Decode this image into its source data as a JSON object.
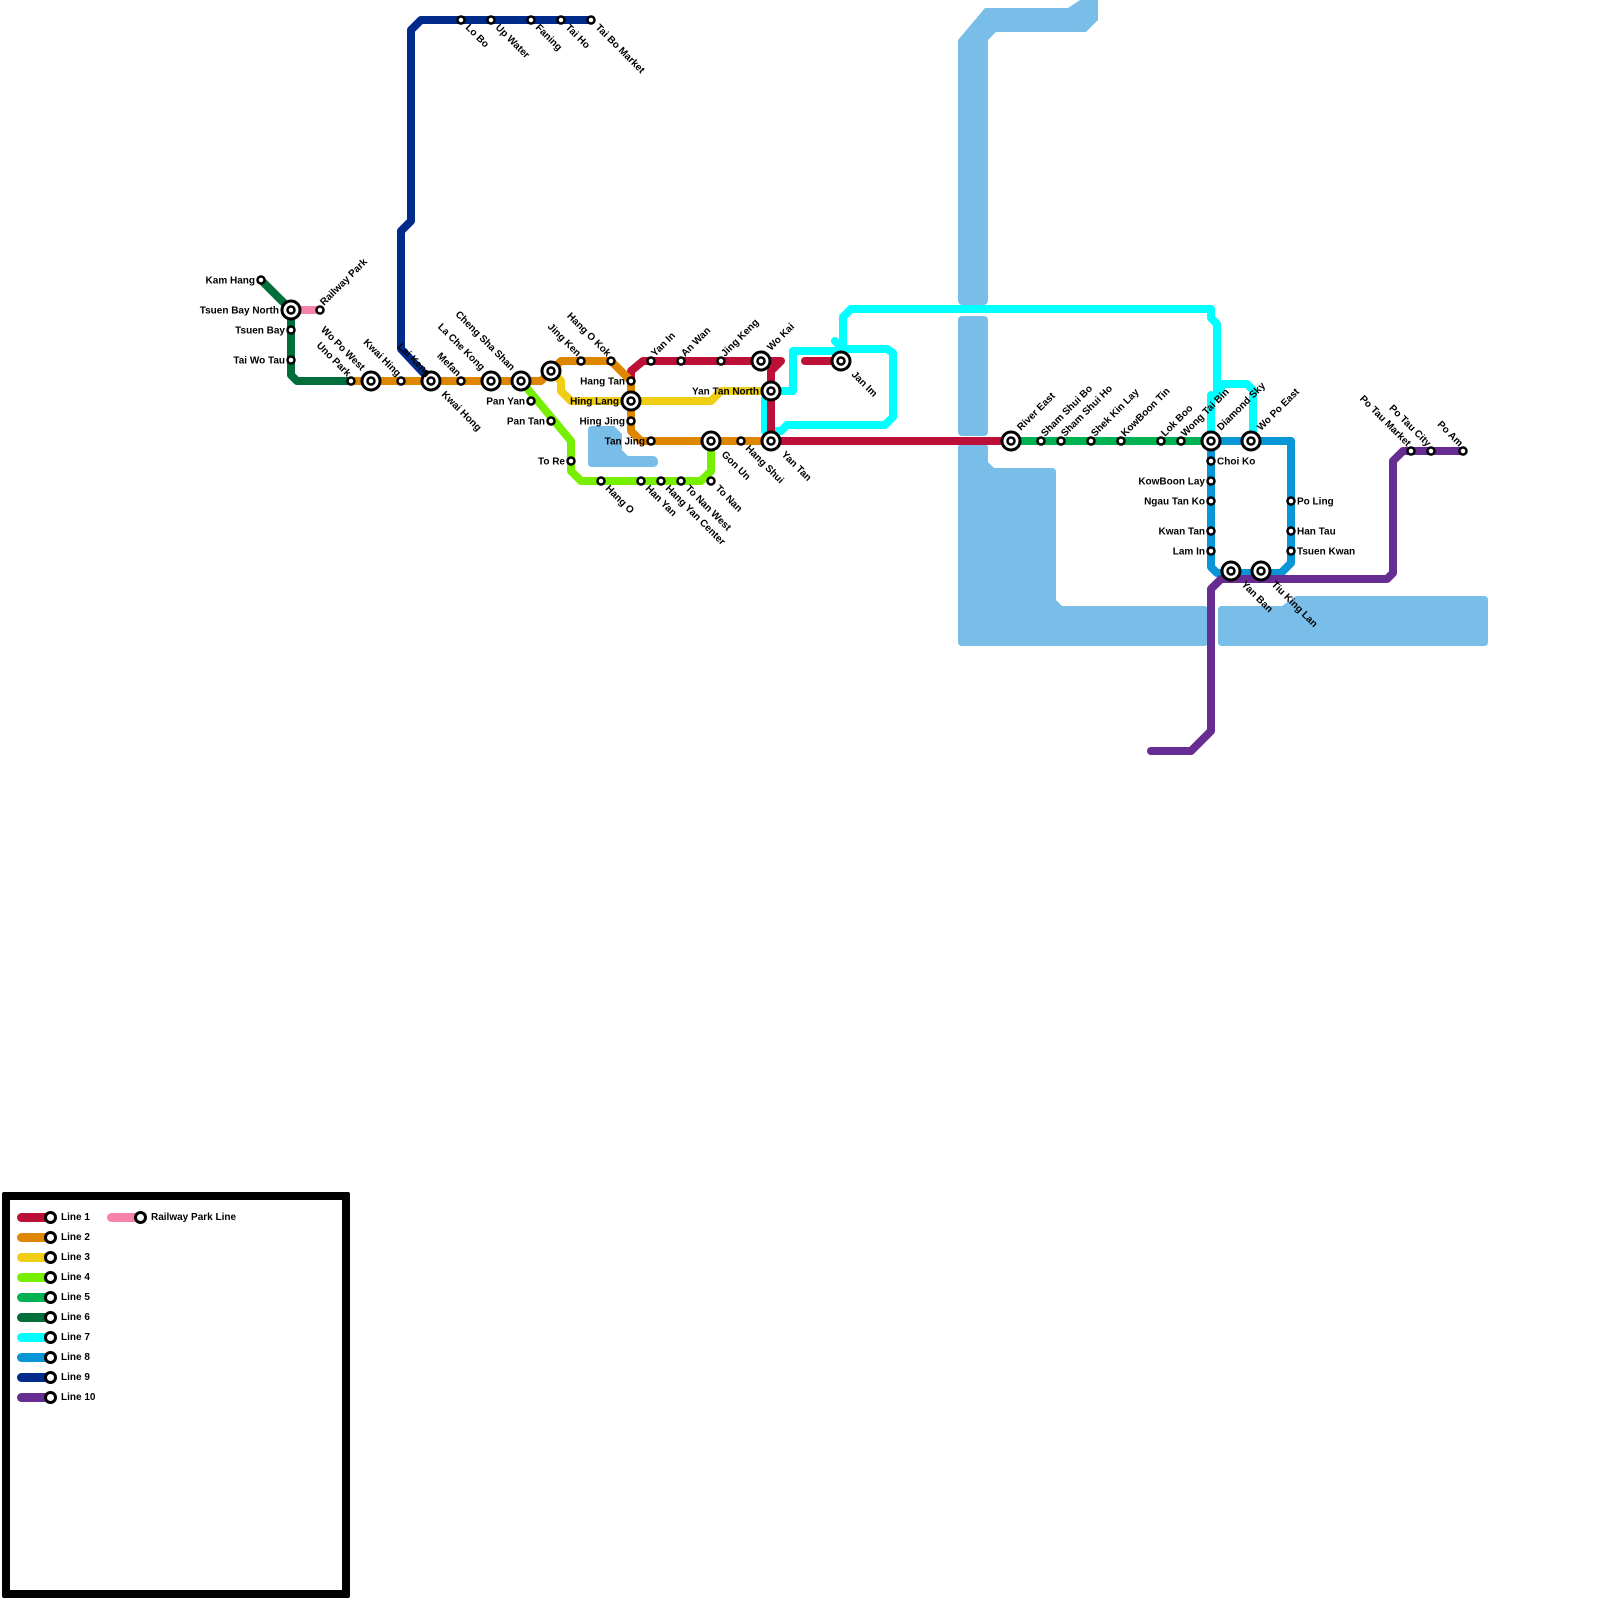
{
  "title": "Transit Map",
  "lines": [
    {
      "id": "line1",
      "name": "Line 1",
      "color": "#bd1038"
    },
    {
      "id": "line2",
      "name": "Line 2",
      "color": "#df8600"
    },
    {
      "id": "line3",
      "name": "Line 3",
      "color": "#f0ce15"
    },
    {
      "id": "line4",
      "name": "Line 4",
      "color": "#76ef00"
    },
    {
      "id": "line5",
      "name": "Line 5",
      "color": "#00b251"
    },
    {
      "id": "line6",
      "name": "Line 6",
      "color": "#006e3b"
    },
    {
      "id": "line7",
      "name": "Line 7",
      "color": "#00ffff"
    },
    {
      "id": "line8",
      "name": "Line 8",
      "color": "#0896d7"
    },
    {
      "id": "line9",
      "name": "Line 9",
      "color": "#002b8a"
    },
    {
      "id": "line10",
      "name": "Line 10",
      "color": "#662c91"
    },
    {
      "id": "railway-park",
      "name": "Railway Park Line",
      "color": "#f783ac"
    }
  ],
  "water_color": "#79bde9",
  "legend": {
    "column1": [
      "Line 1",
      "Line 2",
      "Line 3",
      "Line 4",
      "Line 5",
      "Line 6",
      "Line 7",
      "Line 8",
      "Line 9",
      "Line 10"
    ],
    "column2": [
      "Railway Park Line"
    ]
  },
  "stations": {
    "line9": [
      "Lo Bo",
      "Up Water",
      "Faning",
      "Tai Ho",
      "Tai Bo Market"
    ],
    "line6": [
      "Kam Hang",
      "Tsuen Bay North",
      "Tsuen Bay",
      "Tai Wo Tau"
    ],
    "railway_park": [
      "Tsuen Bay North",
      "Railway Park"
    ],
    "line2": [
      "Uno Park",
      "Wo Po West",
      "Kwai Hing",
      "Kwai Hong",
      "Lai Keng",
      "Mefan",
      "La Che Kong",
      "Cheng Sha Shan",
      "Jing Ken",
      "Hang O Kok",
      "Hang Tan",
      "Hing Lang",
      "Hing Jing",
      "Tan Jing",
      "Gon Un",
      "Hang Shui",
      "Yan Tan"
    ],
    "line4": [
      "La Che Kong",
      "Pan Yan",
      "Pan Tan",
      "To Re",
      "Hang O",
      "Han Yan",
      "Hang Yan Center",
      "To Nan West",
      "To Nan",
      "Gon Un"
    ],
    "line3": [
      "Cheng Sha Shan",
      "Hing Lang",
      "Yan Tan North"
    ],
    "line1": [
      "Hang Tan",
      "Yan In",
      "An Wan",
      "Jing Keng",
      "Wo Kai",
      "Yan Tan North",
      "Yan Tan",
      "River East",
      "Jan Im"
    ],
    "line7": [
      "Jan Im",
      "Wong Tai Bin",
      "Diamond Sky",
      "Wo Po East"
    ],
    "line5": [
      "River East",
      "Sham Shui Bo",
      "Sham Shui Ho",
      "Shek Kin Lay",
      "KowBoon Tin",
      "Lok Boo",
      "Wong Tai Bin"
    ],
    "line8": [
      "Wong Tai Bin",
      "Choi Ko",
      "KowBoon Lay",
      "Ngau Tan Ko",
      "Kwan Tan",
      "Lam In",
      "Yan Ban",
      "Tiu King Lan",
      "Tsuen Kwan",
      "Han Tau",
      "Po Ling",
      "Wo Po East"
    ],
    "line10": [
      "Yan Ban",
      "Tiu King Lan",
      "Po Tau Market",
      "Po Tau City",
      "Po Am"
    ]
  },
  "labels": {
    "lo_bo": "Lo Bo",
    "up_water": "Up Water",
    "faning": "Faning",
    "tai_ho": "Tai Ho",
    "tai_bo_market": "Tai Bo Market",
    "kam_hang": "Kam Hang",
    "tsuen_bay_north": "Tsuen Bay North",
    "tsuen_bay": "Tsuen Bay",
    "tai_wo_tau": "Tai Wo Tau",
    "railway_park": "Railway Park",
    "uno_park": "Uno Park",
    "wo_po_west": "Wo Po West",
    "kwai_hing": "Kwai Hing",
    "kwai_hong": "Kwai Hong",
    "lai_keng": "Lai Keng",
    "mefan": "Mefan",
    "la_che_kong": "La Che Kong",
    "cheng_sha_shan": "Cheng Sha Shan",
    "jing_ken": "Jing Ken",
    "hang_o_kok": "Hang O Kok",
    "pan_yan": "Pan Yan",
    "pan_tan": "Pan Tan",
    "to_re": "To Re",
    "hang_o": "Hang O",
    "han_yan": "Han Yan",
    "hang_yan_center": "Hang Yan Center",
    "to_nan_west": "To Nan West",
    "to_nan": "To Nan",
    "gon_un": "Gon Un",
    "hang_shui": "Hang Shui",
    "yan_tan": "Yan Tan",
    "hang_tan": "Hang Tan",
    "hing_lang": "Hing Lang",
    "hing_jing": "Hing Jing",
    "tan_jing": "Tan Jing",
    "yan_in": "Yan In",
    "an_wan": "An Wan",
    "jing_keng": "Jing Keng",
    "wo_kai": "Wo Kai",
    "yan_tan_north": "Yan Tan North",
    "jan_im": "Jan Im",
    "river_east": "River East",
    "sham_shui_bo": "Sham Shui Bo",
    "sham_shui_ho": "Sham Shui Ho",
    "shek_kin_lay": "Shek Kin Lay",
    "kowboon_tin": "KowBoon Tin",
    "lok_boo": "Lok Boo",
    "wong_tai_bin": "Wong Tai Bin",
    "diamond_sky": "Diamond Sky",
    "wo_po_east": "Wo Po East",
    "choi_ko": "Choi Ko",
    "kowboon_lay": "KowBoon Lay",
    "ngau_tan_ko": "Ngau Tan Ko",
    "kwan_tan": "Kwan Tan",
    "lam_in": "Lam In",
    "po_ling": "Po Ling",
    "han_tau": "Han Tau",
    "tsuen_kwan": "Tsuen Kwan",
    "yan_ban": "Yan Ban",
    "tiu_king_lan": "Tiu King Lan",
    "po_tau_market": "Po Tau Market",
    "po_tau_city": "Po Tau City",
    "po_am": "Po Am"
  }
}
